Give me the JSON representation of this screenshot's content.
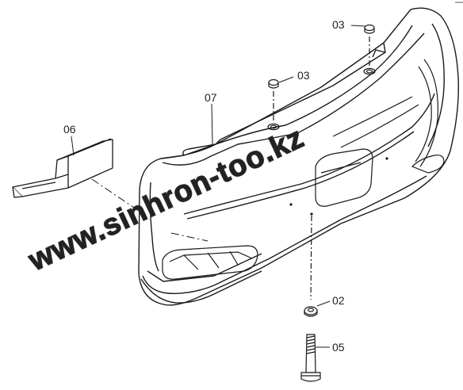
{
  "parts": [
    {
      "callout": "03"
    },
    {
      "callout": "03"
    },
    {
      "callout": "07"
    },
    {
      "callout": "06"
    },
    {
      "callout": "02"
    },
    {
      "callout": "05"
    }
  ],
  "watermark": "www.sinhron-too.kz",
  "colors": {
    "line": "#1a1a1a",
    "background": "#ffffff",
    "watermark_fill": "#ffffff"
  }
}
